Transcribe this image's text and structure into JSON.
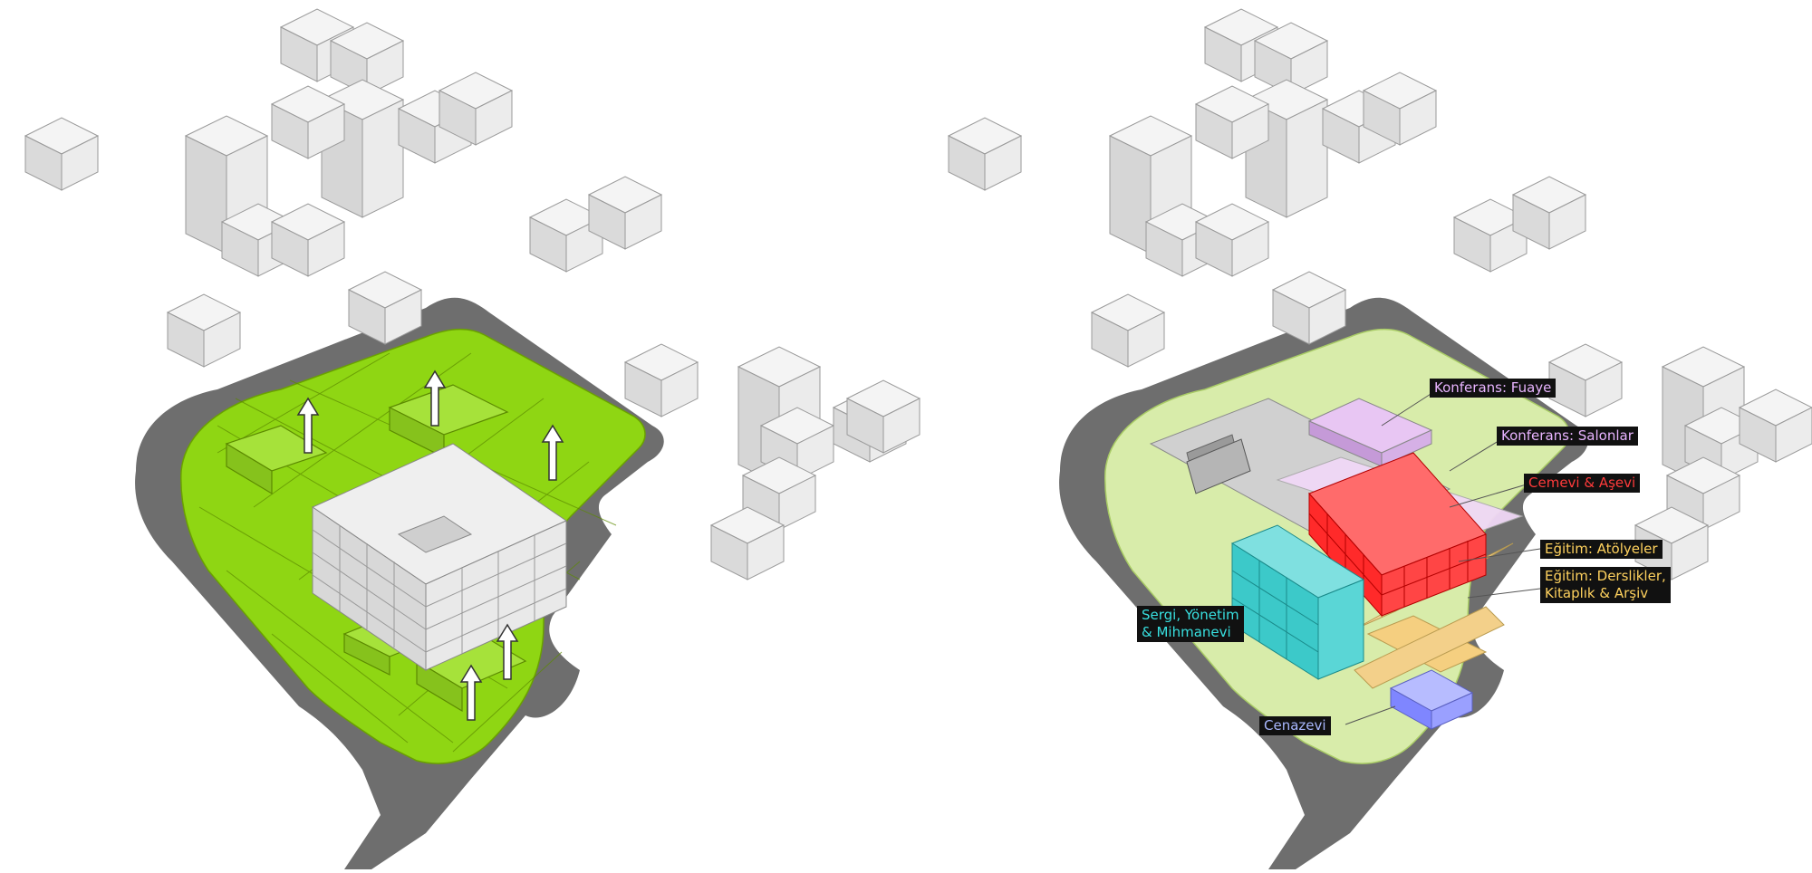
{
  "labels": {
    "konferans_fuaye": "Konferans: Fuaye",
    "konferans_salonlar": "Konferans: Salonlar",
    "cemevi_asevi": "Cemevi & Aşevi",
    "egitim_atolyeler": "Eğitim: Atölyeler",
    "egitim_derslikler_1": "Eğitim: Derslikler,",
    "egitim_derslikler_2": "Kitaplık & Arşiv",
    "sergi_1": "Sergi, Yönetim",
    "sergi_2": "& Mihmanevi",
    "cenazevi": "Cenazevi"
  },
  "colors": {
    "road": "#6e6e6e",
    "site_green_left": "#8fd613",
    "site_green_right": "#d8ecaa",
    "building_grey": "#e6e6e6",
    "konferans": "#d9a3ee",
    "cemevi": "#ff2a2a",
    "egitim": "#f5cf80",
    "sergi": "#3cc9c9",
    "cenazevi": "#7f86ff",
    "label_fuaye_text": "#e8b4ff",
    "label_cemevi_text": "#ff3b3b",
    "label_egitim_text": "#ffd25e",
    "label_sergi_text": "#38e0e0",
    "label_cenazevi_text": "#a9b8ff"
  }
}
